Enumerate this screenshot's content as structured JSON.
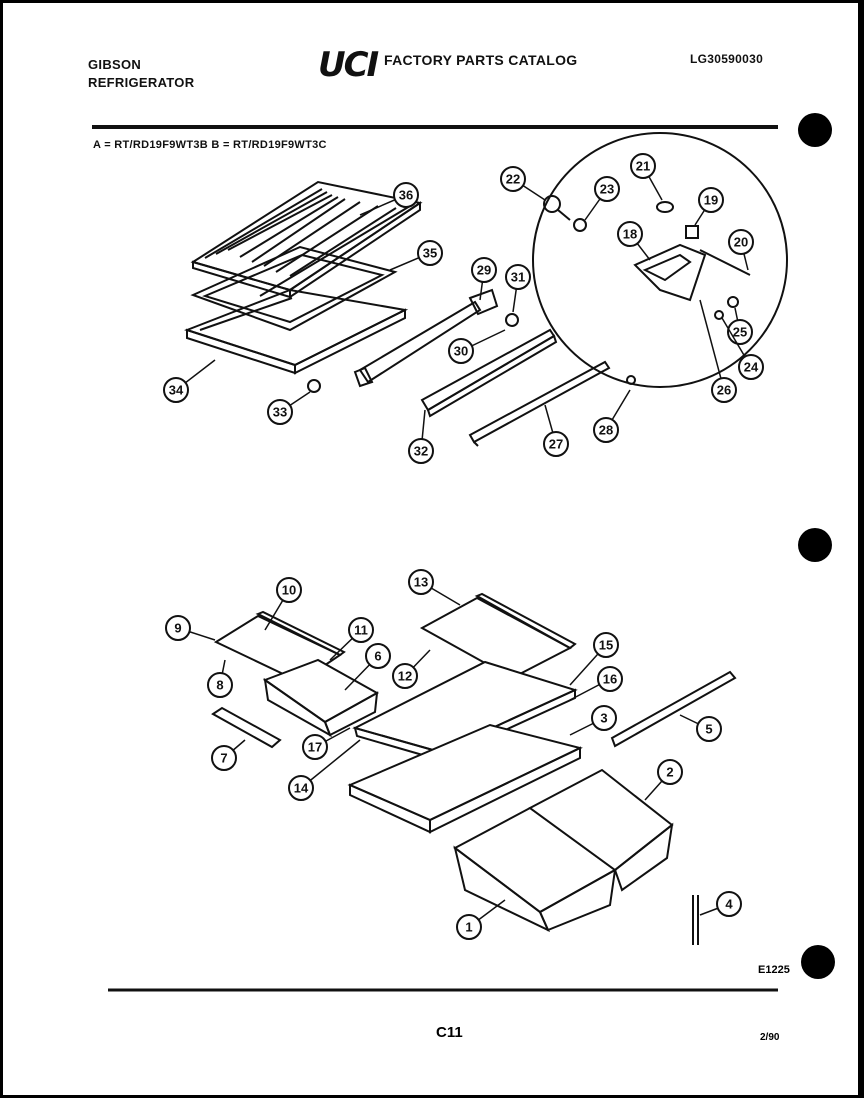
{
  "header": {
    "brand_line1": "GIBSON",
    "brand_line2": "REFRIGERATOR",
    "logo_text": "UCI",
    "catalog_title": "FACTORY PARTS CATALOG",
    "catalog_number": "LG30590030",
    "models_line": "A = RT/RD19F9WT3B   B = RT/RD19F9WT3C"
  },
  "footer": {
    "figure_code": "E1225",
    "page_number": "C11",
    "date": "2/90"
  },
  "callouts": [
    "36",
    "35",
    "34",
    "33",
    "29",
    "31",
    "30",
    "32",
    "27",
    "28",
    "22",
    "23",
    "21",
    "19",
    "18",
    "20",
    "25",
    "24",
    "26",
    "10",
    "9",
    "11",
    "6",
    "8",
    "7",
    "17",
    "14",
    "13",
    "12",
    "15",
    "16",
    "3",
    "5",
    "2",
    "1",
    "4"
  ]
}
